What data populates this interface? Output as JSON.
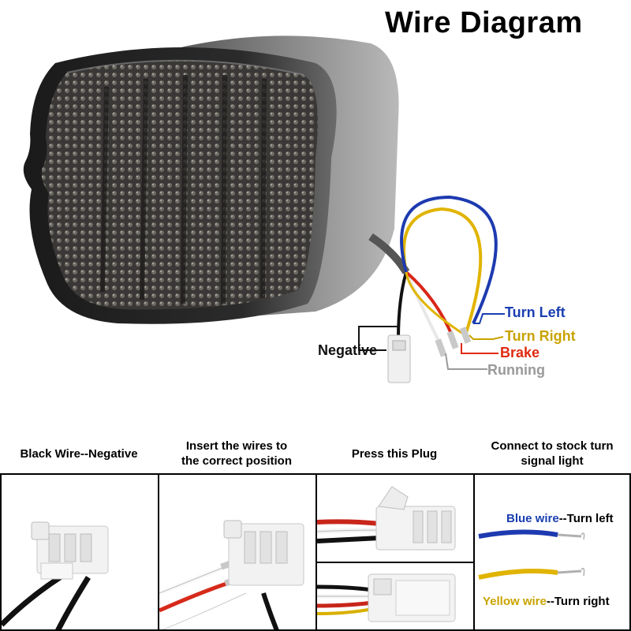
{
  "title": "Wire Diagram",
  "wire_labels": {
    "turn_left": "Turn Left",
    "turn_right": "Turn Right",
    "brake": "Brake",
    "running": "Running",
    "negative": "Negative"
  },
  "colors": {
    "turn_left": "#1a3fb0",
    "turn_right": "#c9a300",
    "brake": "#e02a10",
    "running": "#9a9a9a",
    "negative": "#111111"
  },
  "steps": [
    {
      "caption_line1": "Black Wire--Negative",
      "caption_line2": ""
    },
    {
      "caption_line1": "Insert the wires to",
      "caption_line2": "the correct position"
    },
    {
      "caption_line1": "Press this Plug",
      "caption_line2": ""
    },
    {
      "caption_line1": "Connect to stock turn",
      "caption_line2": "signal light"
    }
  ],
  "stock_connection": {
    "blue_word": "Blue wire",
    "blue_rest": "--Turn left",
    "yellow_word": "Yellow wire",
    "yellow_rest": "--Turn right"
  }
}
